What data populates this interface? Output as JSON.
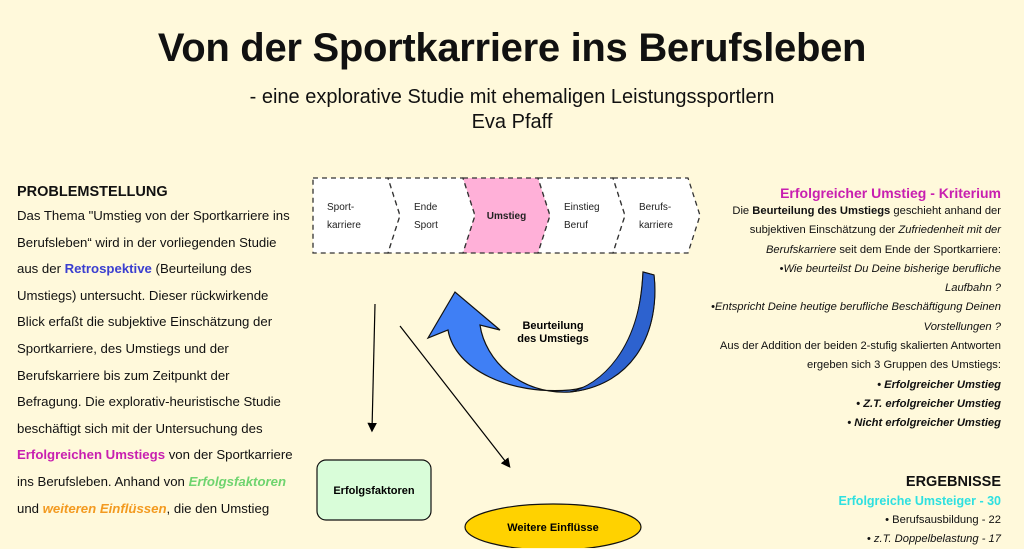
{
  "header": {
    "title": "Von der Sportkarriere ins Berufsleben",
    "subtitle": "- eine explorative Studie mit ehemaligen Leistungssportlern",
    "author": "Eva Pfaff"
  },
  "problem": {
    "heading": "PROBLEMSTELLUNG",
    "p1": "Das Thema \"Umstieg von der Sportkarriere ins Berufsleben“ wird in der vorliegenden Studie aus der ",
    "retro": "Retrospektive",
    "p2": " (Beurteilung des Umstiegs) untersucht. Dieser rückwirkende Blick erfaßt die subjektive Einschätzung der Sportkarriere, des Umstiegs und der Berufskarriere bis zum Zeitpunkt der Befragung. Die explorativ-heuristische Studie beschäftigt sich mit der Untersuchung des ",
    "erfolg": "Erfolgreichen Umstiegs",
    "p3": " von der Sportkarriere ins Berufsleben. Anhand von ",
    "faktoren": "Erfolgsfaktoren",
    "p4": " und ",
    "einfluesse": "weiteren Einflüssen",
    "p5": ", die den Umstieg"
  },
  "diagram": {
    "steps": [
      {
        "l1": "Sport-",
        "l2": "karriere"
      },
      {
        "l1": "Ende",
        "l2": "Sport"
      },
      {
        "l1": "Umstieg",
        "l2": ""
      },
      {
        "l1": "Einstieg",
        "l2": "Beruf"
      },
      {
        "l1": "Berufs-",
        "l2": "karriere"
      }
    ],
    "arrow_l1": "Beurteilung",
    "arrow_l2": "des Umstiegs",
    "box1": "Erfolgsfaktoren",
    "box2": "Weitere Einflüsse",
    "colors": {
      "highlight": "#ffb0d8",
      "arrow": "#3f7ff5",
      "box1": "#d9fdd9",
      "box2": "#ffd200"
    }
  },
  "criterion": {
    "heading": "Erfolgreicher Umstieg - Kriterium",
    "t1": "Die ",
    "b1": "Beurteilung des Umstiegs",
    "t2": " geschieht anhand der subjektiven Einschätzung der ",
    "i1": "Zufriedenheit mit der Berufskarriere",
    "t3": " seit dem Ende der Sportkarriere:",
    "q1": "•Wie beurteilst Du Deine bisherige berufliche Laufbahn ?",
    "q2": "•Entspricht Deine heutige berufliche Beschäftigung Deinen Vorstellungen ?",
    "t4": "Aus der Addition der beiden 2-stufig skalierten Antworten ergeben sich 3 Gruppen des Umstiegs:",
    "groups": [
      "• Erfolgreicher Umstieg",
      "• Z.T. erfolgreicher Umstieg",
      "• Nicht erfolgreicher Umstieg"
    ]
  },
  "results": {
    "heading": "ERGEBNISSE",
    "group": "Erfolgreiche Umsteiger - 30",
    "items": [
      "• Berufsausbildung - 22",
      "• z.T. Doppelbelastung - 17"
    ]
  }
}
